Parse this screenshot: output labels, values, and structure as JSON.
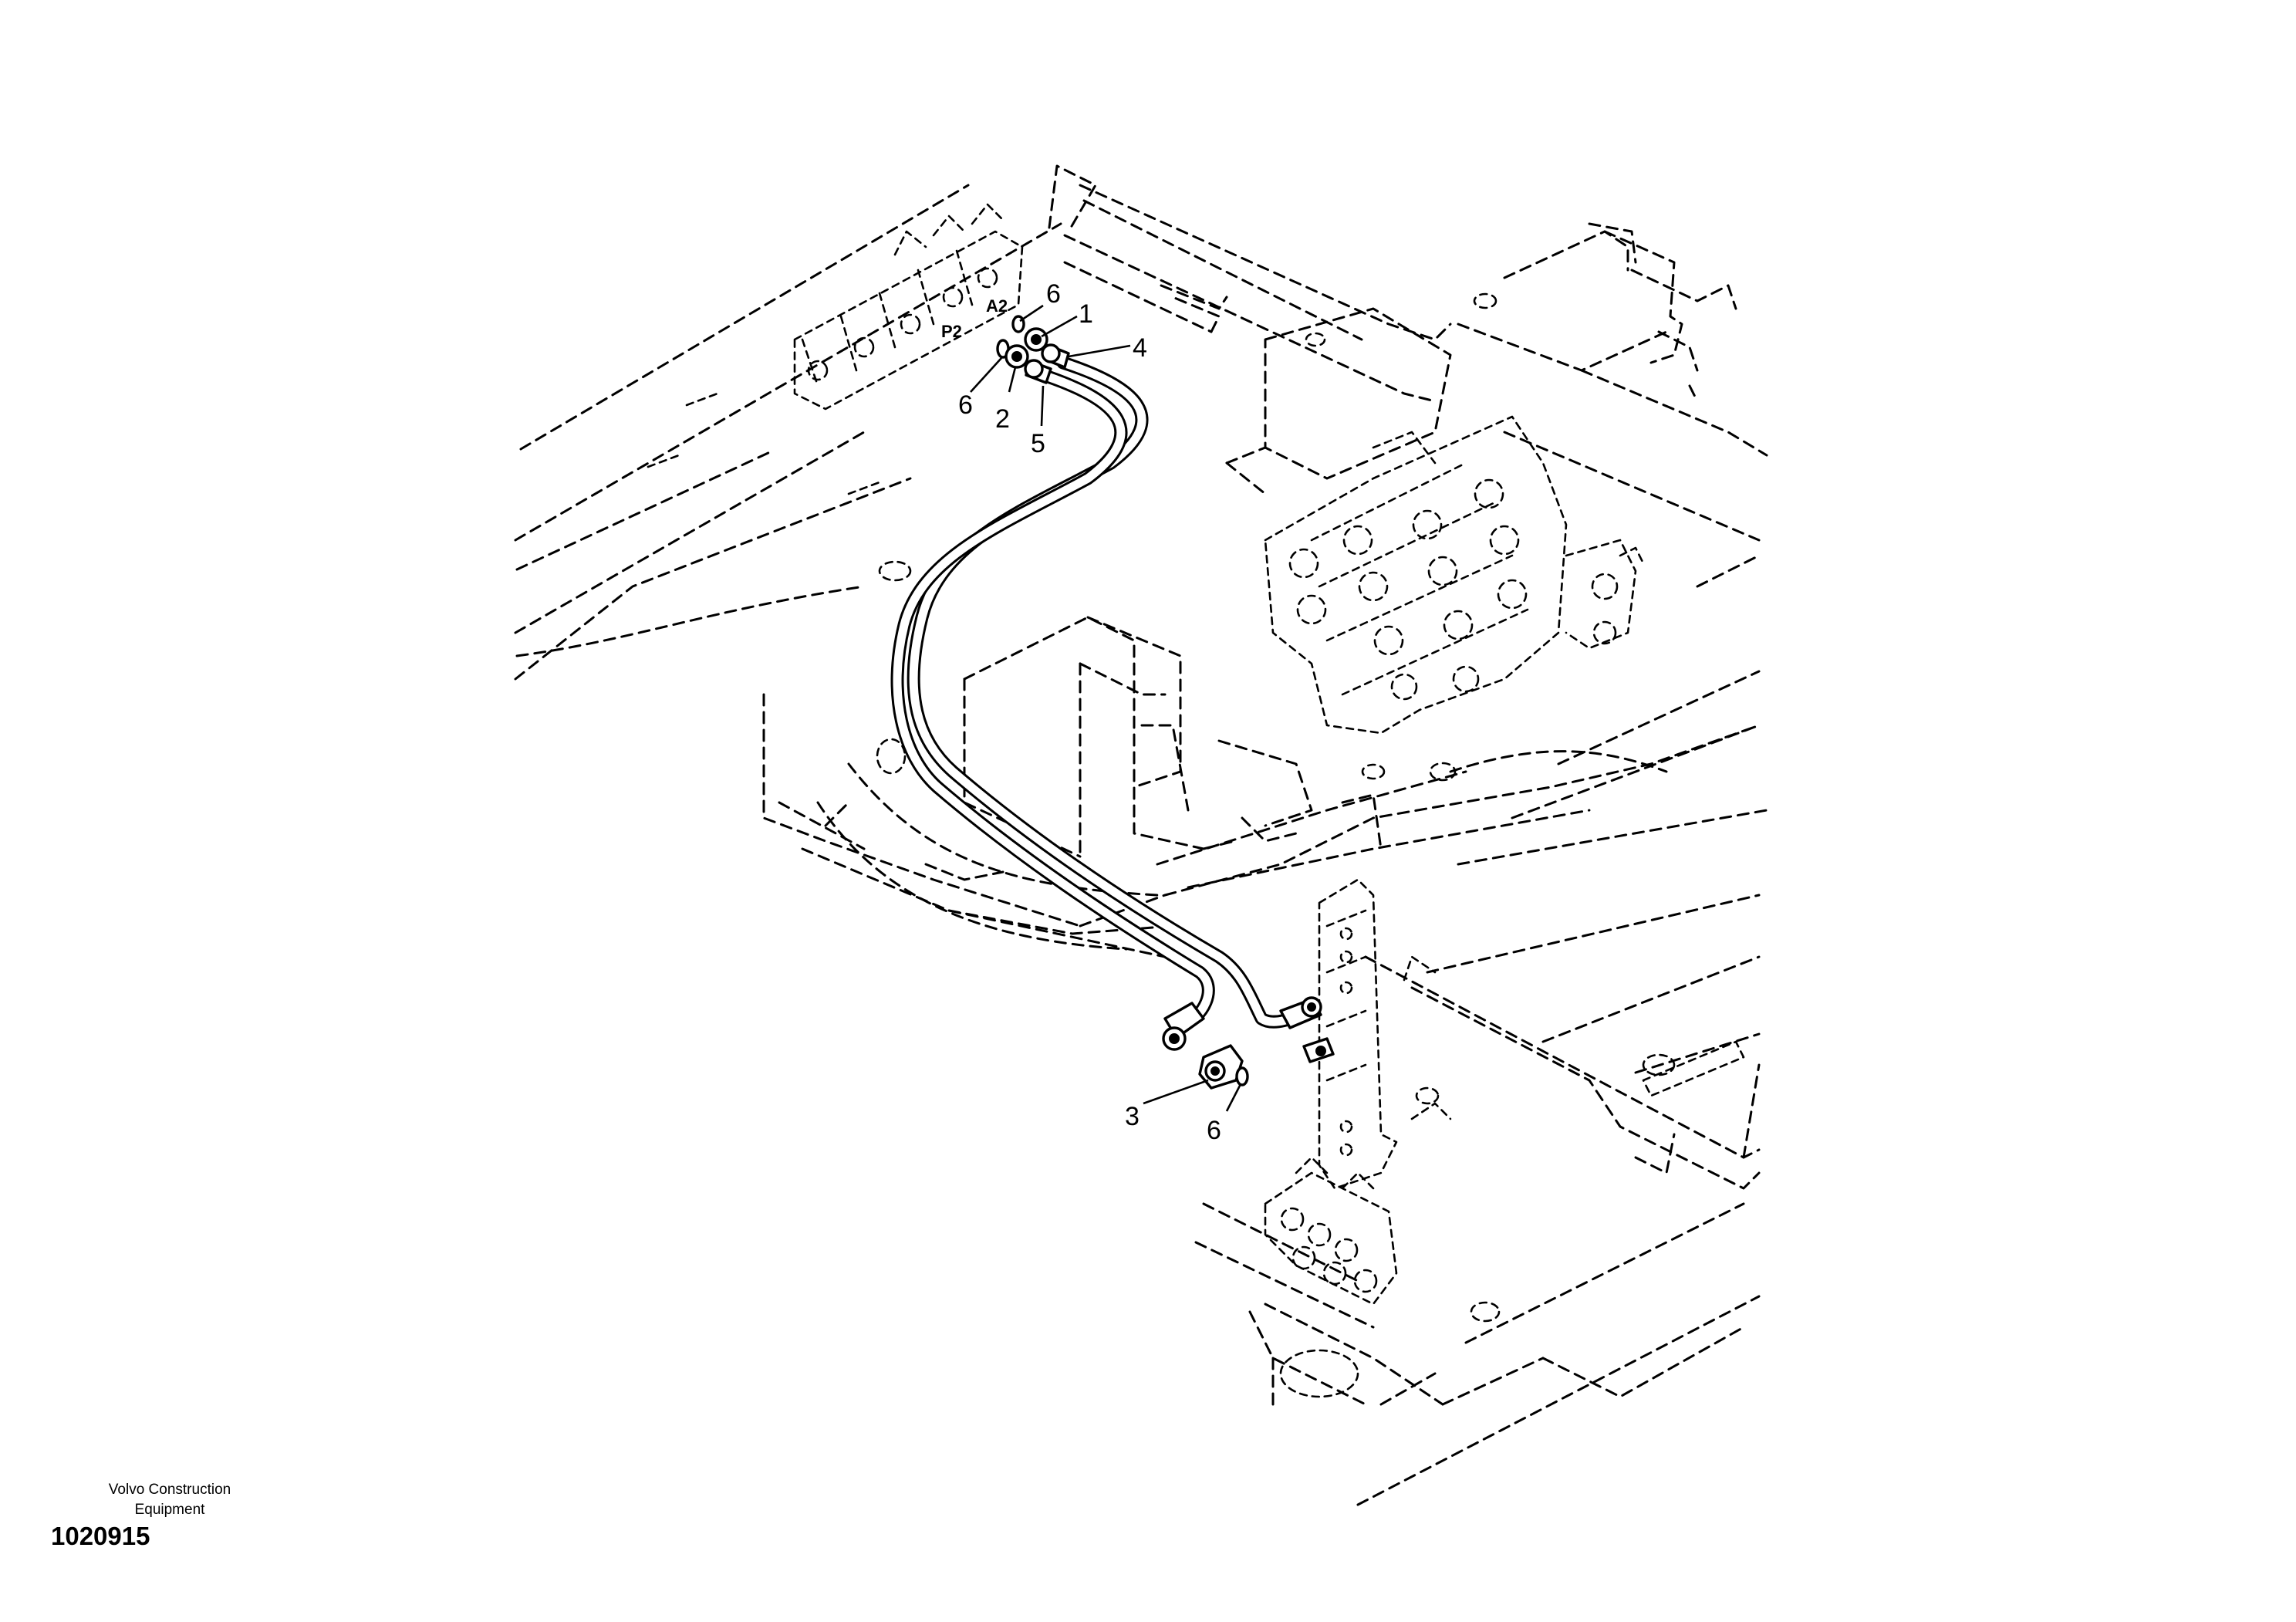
{
  "diagram": {
    "callouts": [
      {
        "id": "c6a",
        "label": "6"
      },
      {
        "id": "c1",
        "label": "1"
      },
      {
        "id": "c4",
        "label": "4"
      },
      {
        "id": "c6b",
        "label": "6"
      },
      {
        "id": "c2",
        "label": "2"
      },
      {
        "id": "c5",
        "label": "5"
      },
      {
        "id": "c3",
        "label": "3"
      },
      {
        "id": "c6c",
        "label": "6"
      }
    ],
    "port_labels": {
      "a2": "A2",
      "p2": "P2"
    },
    "credit_line1": "Volvo Construction",
    "credit_line2": "Equipment",
    "drawing_number": "1020915"
  }
}
